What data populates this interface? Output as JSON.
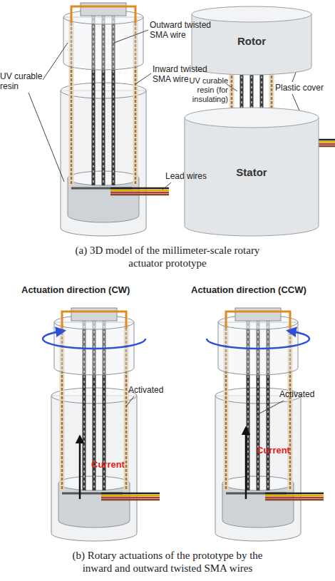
{
  "diagram": {
    "nodes": [
      {
        "text": [
          "Rotor"
        ]
      },
      {
        "text": [
          "Stator"
        ]
      }
    ],
    "labels": [
      "Outward twisted SMA wire",
      "Inward twisted SMA wire",
      "UV curable resin",
      "Lead wires",
      "Plastic cover",
      "UV curable resin (for insulating)",
      "(a) 3D model of the millimeter-scale rotary actuator prototype",
      "Actuation direction (CW)",
      "Activated",
      "Current",
      "Actuation direction (CCW)",
      "Activated",
      "Current",
      "(b) Rotary actuations of the prototype by the inward and outward twisted SMA wires"
    ]
  }
}
